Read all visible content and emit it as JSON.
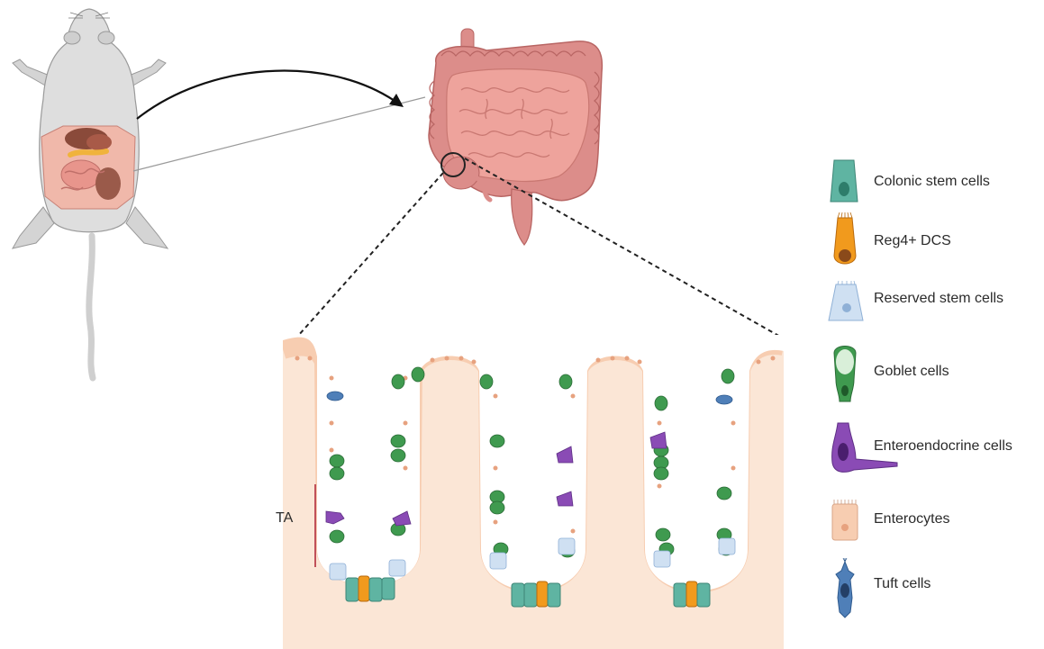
{
  "diagram": {
    "ta_label": "TA",
    "colors": {
      "tissue": "#fbe6d6",
      "enterocyte": "#f7cdb1",
      "enterocyte_border": "#d9a587",
      "nucleus": "#e7a27f",
      "colon": "#dc8d8a",
      "colon_dark": "#b86563",
      "mouse": "#d9d9d9",
      "arrow": "#111111",
      "ta_bar": "#c0505a"
    },
    "legend": [
      {
        "label": "Colonic stem cells",
        "icon": "colonic-stem-cell-icon",
        "color": "#5fb4a2"
      },
      {
        "label": "Reg4+ DCS",
        "icon": "reg4-dcs-cell-icon",
        "color": "#f19a1d"
      },
      {
        "label": "Reserved stem  cells",
        "icon": "reserved-stem-cell-icon",
        "color": "#bfd6ee"
      },
      {
        "label": "Goblet cells",
        "icon": "goblet-cell-icon",
        "color": "#3f9a4f"
      },
      {
        "label": "Enteroendocrine cells",
        "icon": "enteroendocrine-cell-icon",
        "color": "#8a4bb5"
      },
      {
        "label": "Enterocytes",
        "icon": "enterocyte-icon",
        "color": "#f7cdb1"
      },
      {
        "label": "Tuft cells",
        "icon": "tuft-cell-icon",
        "color": "#4f7fb8"
      }
    ]
  }
}
